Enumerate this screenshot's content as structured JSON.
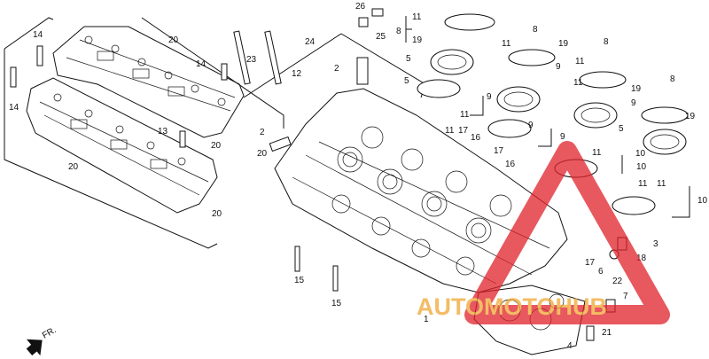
{
  "diagram": {
    "callouts": [
      "26",
      "11",
      "8",
      "19",
      "24",
      "20",
      "25",
      "14",
      "14",
      "23",
      "2",
      "5",
      "8",
      "11",
      "9",
      "12",
      "14",
      "11",
      "8",
      "5",
      "9",
      "19",
      "11",
      "13",
      "19",
      "9",
      "11",
      "2",
      "17",
      "16",
      "20",
      "11",
      "10",
      "20",
      "17",
      "16",
      "11",
      "10",
      "20",
      "3",
      "18",
      "17",
      "6",
      "22",
      "7",
      "15",
      "15",
      "1",
      "4",
      "21",
      "20",
      "8",
      "9",
      "5",
      "19",
      "9",
      "11",
      "10",
      "11"
    ],
    "direction_label": "FR."
  },
  "watermark": {
    "text": "AUTOMOTOHUB",
    "colors": {
      "red": "#e0212a",
      "orange": "#f0a632",
      "dark": "#333333"
    }
  }
}
